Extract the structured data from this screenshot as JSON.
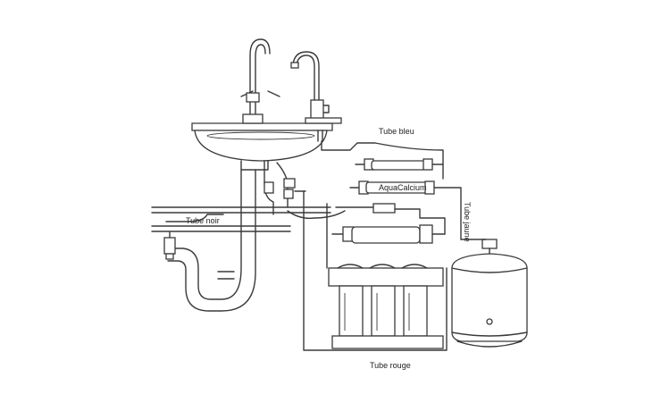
{
  "labels": {
    "tube_bleu": "Tube bleu",
    "tube_noir": "Tube noir",
    "tube_jaune": "Tube jaune",
    "tube_rouge": "Tube rouge",
    "aquacalcium": "AquaCalcium"
  }
}
